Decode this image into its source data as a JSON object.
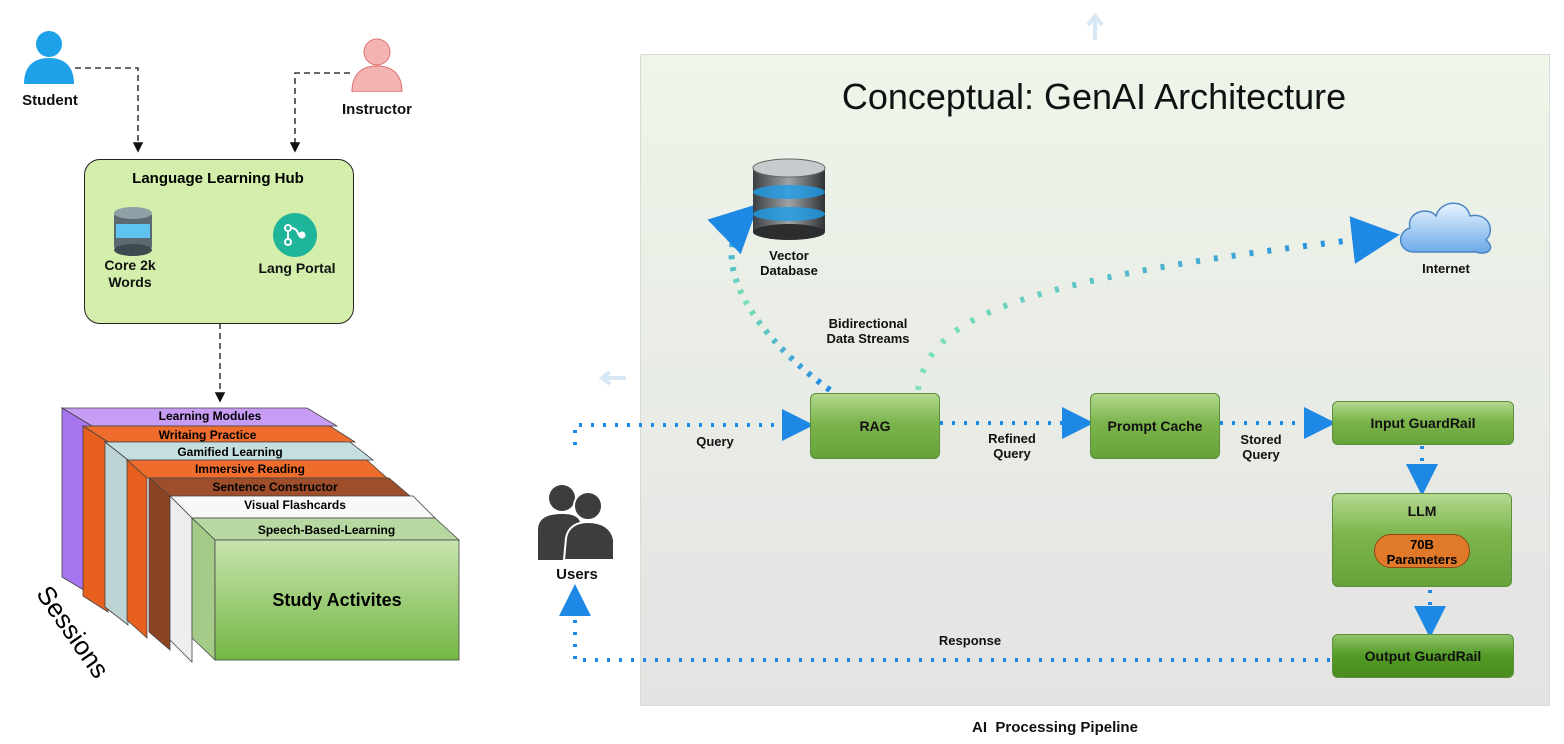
{
  "actors": {
    "student": "Student",
    "instructor": "Instructor",
    "users": "Users"
  },
  "hub": {
    "title": "Language Learning Hub",
    "core_words": "Core 2k\nWords",
    "lang_portal": "Lang Portal"
  },
  "sessions": {
    "label": "Sessions",
    "layers": [
      "Learning Modules",
      "Writaing Practice",
      "Gamified Learning",
      "Immersive Reading",
      "Sentence Constructor",
      "Visual Flashcards",
      "Speech-Based-Learning"
    ],
    "front_title": "Study Activites"
  },
  "architecture": {
    "title": "Conceptual: GenAI Architecture",
    "vector_db": "Vector\nDatabase",
    "internet": "Internet",
    "streams": "Bidirectional\nData Streams",
    "rag": "RAG",
    "prompt_cache": "Prompt Cache",
    "input_guardrail": "Input GuardRail",
    "llm": "LLM",
    "llm_params": "70B\nParameters",
    "output_guardrail": "Output GuardRail",
    "query": "Query",
    "refined_query": "Refined\nQuery",
    "stored_query": "Stored\nQuery",
    "response": "Response",
    "pipeline": "AI  Processing Pipeline"
  }
}
